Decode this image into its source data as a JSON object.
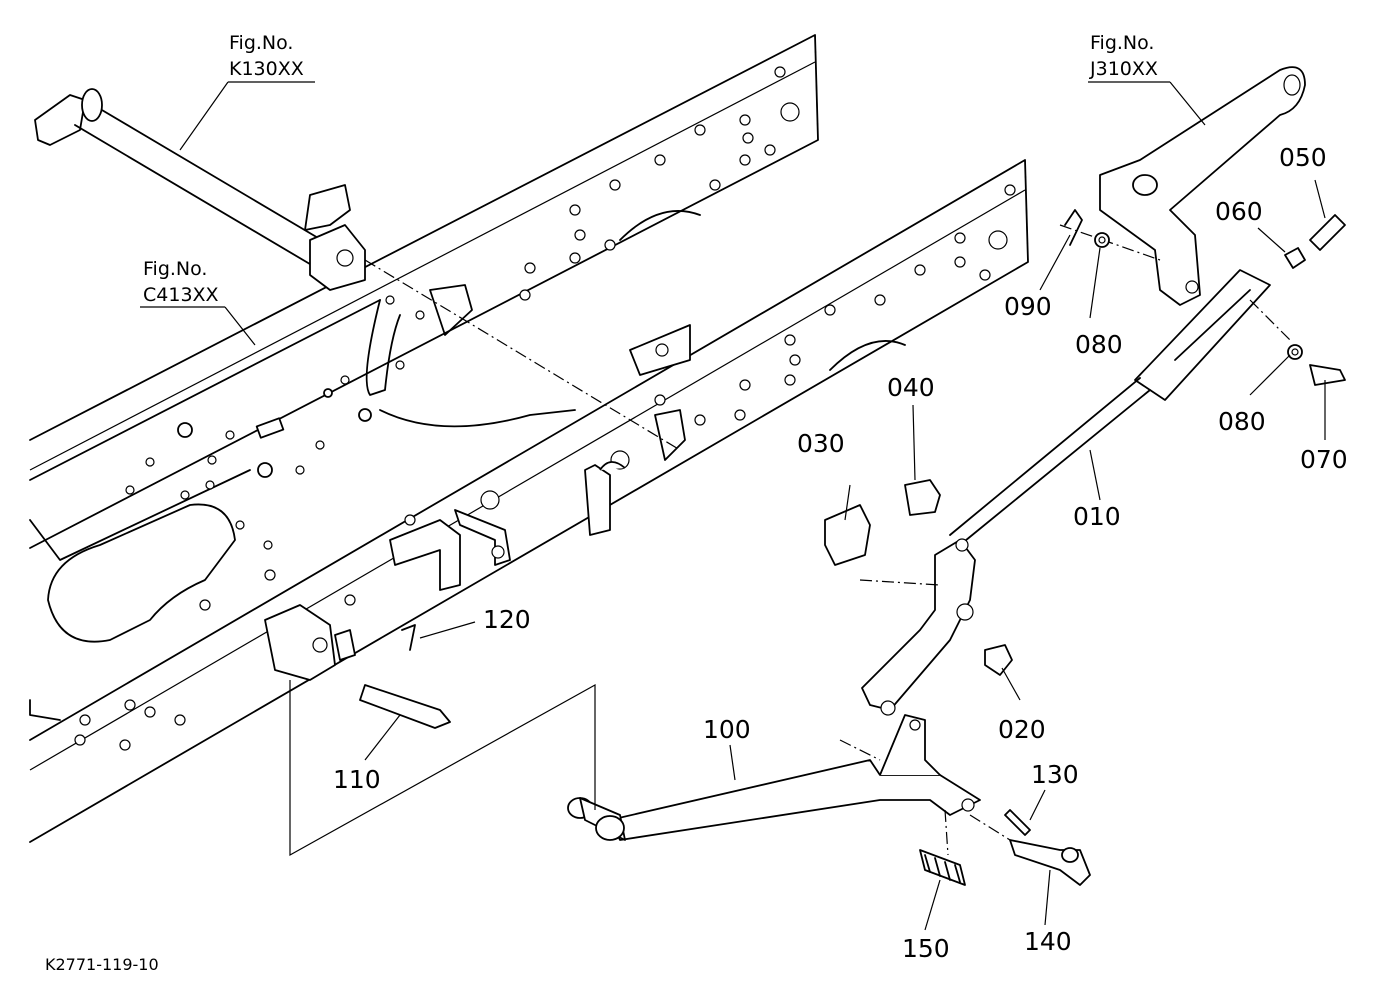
{
  "figure_refs": [
    {
      "id": "k130",
      "line1": "Fig.No.",
      "line2": "K130XX"
    },
    {
      "id": "c413",
      "line1": "Fig.No.",
      "line2": "C413XX"
    },
    {
      "id": "j310",
      "line1": "Fig.No.",
      "line2": "J310XX"
    }
  ],
  "parts": [
    {
      "id": "010",
      "label": "010"
    },
    {
      "id": "020",
      "label": "020"
    },
    {
      "id": "030",
      "label": "030"
    },
    {
      "id": "040",
      "label": "040"
    },
    {
      "id": "050",
      "label": "050"
    },
    {
      "id": "060",
      "label": "060"
    },
    {
      "id": "070",
      "label": "070"
    },
    {
      "id": "080a",
      "label": "080"
    },
    {
      "id": "080b",
      "label": "080"
    },
    {
      "id": "090",
      "label": "090"
    },
    {
      "id": "100",
      "label": "100"
    },
    {
      "id": "110",
      "label": "110"
    },
    {
      "id": "120",
      "label": "120"
    },
    {
      "id": "130",
      "label": "130"
    },
    {
      "id": "140",
      "label": "140"
    },
    {
      "id": "150",
      "label": "150"
    }
  ],
  "diagram_code": "K2771-119-10"
}
